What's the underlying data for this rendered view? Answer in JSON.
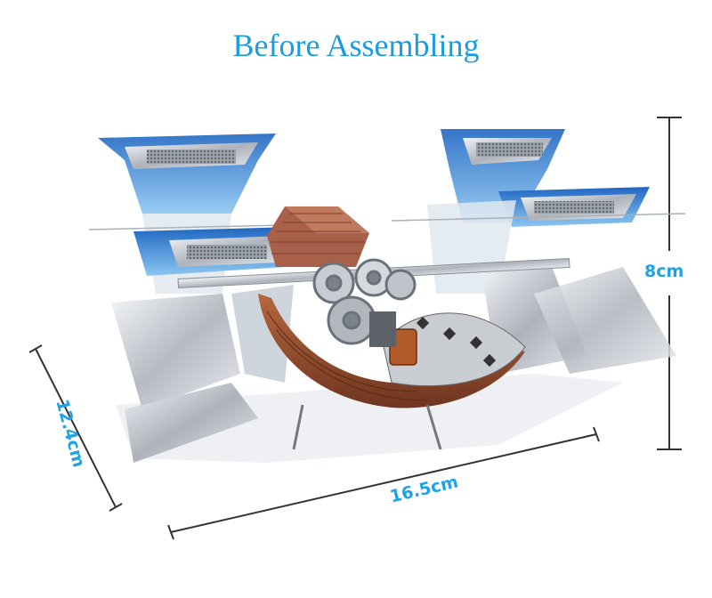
{
  "title": "Before Assembling",
  "dimensions": {
    "height": "8cm",
    "width": "16.5cm",
    "depth": "12.4cm"
  },
  "colors": {
    "title": "#1a9de0",
    "dimension_text": "#1fa3e6",
    "blade_blue": "#2f7fd1",
    "hull_wood": "#9a5535",
    "metal": "#b8bcc4"
  }
}
